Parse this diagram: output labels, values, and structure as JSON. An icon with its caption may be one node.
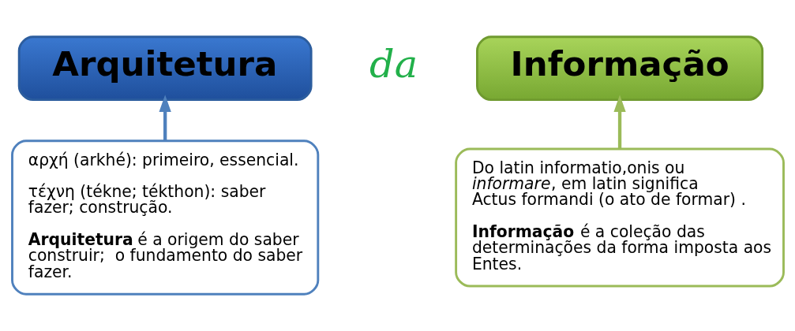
{
  "diagram": {
    "nodes": [
      {
        "text": [
          "Arquitetura"
        ]
      },
      {
        "text": [
          "Informação"
        ]
      },
      {
        "text": [
          "αρχή (arkhé): primeiro, essencial.",
          "τέχνη (tékne; tékthon): saber fazer; construção.",
          "**Arquitetura** é a origem do saber construir;  o fundamento do saber fazer."
        ]
      },
      {
        "text": [
          "Do latin informatio,onis ou *informare*, em latin significa Actus formandi (o ato de formar) .",
          "**Informação** é a coleção das determinações da forma imposta aos Entes."
        ]
      }
    ],
    "edges": [
      {
        "from": 2,
        "to": 0,
        "arrow": "to",
        "color": "#4f81bd"
      },
      {
        "from": 3,
        "to": 1,
        "arrow": "to",
        "color": "#9bbb59"
      }
    ],
    "labels": [
      "da"
    ]
  }
}
